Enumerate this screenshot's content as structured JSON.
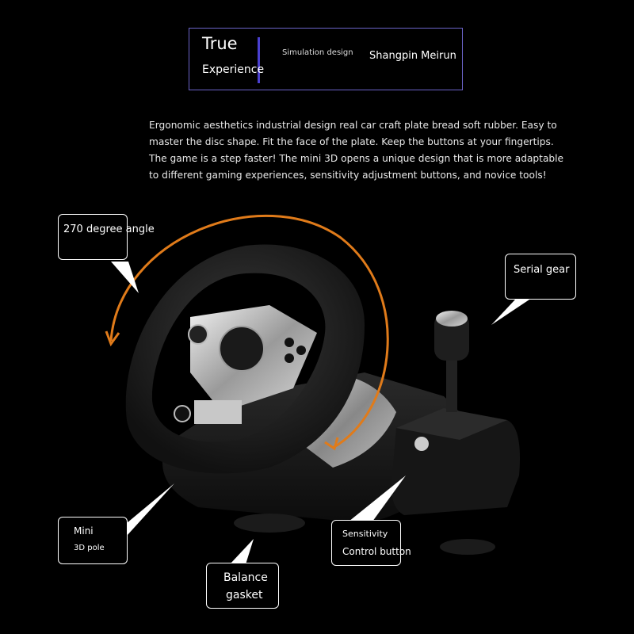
{
  "header": {
    "title_line1": "True",
    "title_line2": "Experience",
    "tagline": "Simulation design",
    "brand": "Shangpin Meirun"
  },
  "description": {
    "lines": [
      "Ergonomic aesthetics industrial design real car craft plate bread soft rubber. Easy to",
      "master the disc shape. Fit the face of the plate. Keep the buttons at your fingertips.",
      "The game is a step faster! The mini 3D opens a unique design that is more adaptable",
      "to different gaming experiences, sensitivity adjustment buttons, and novice tools!"
    ]
  },
  "callouts": {
    "angle": "270 degree angle",
    "gear": "Serial gear",
    "mini_line1": "Mini",
    "mini_line2": "3D pole",
    "sensitivity_line1": "Sensitivity",
    "sensitivity_line2": "Control button",
    "balance_line1": "Balance",
    "balance_line2": "gasket"
  },
  "colors": {
    "background": "#000000",
    "header_border": "#6b64c8",
    "accent_arrow": "#e07b1a"
  }
}
